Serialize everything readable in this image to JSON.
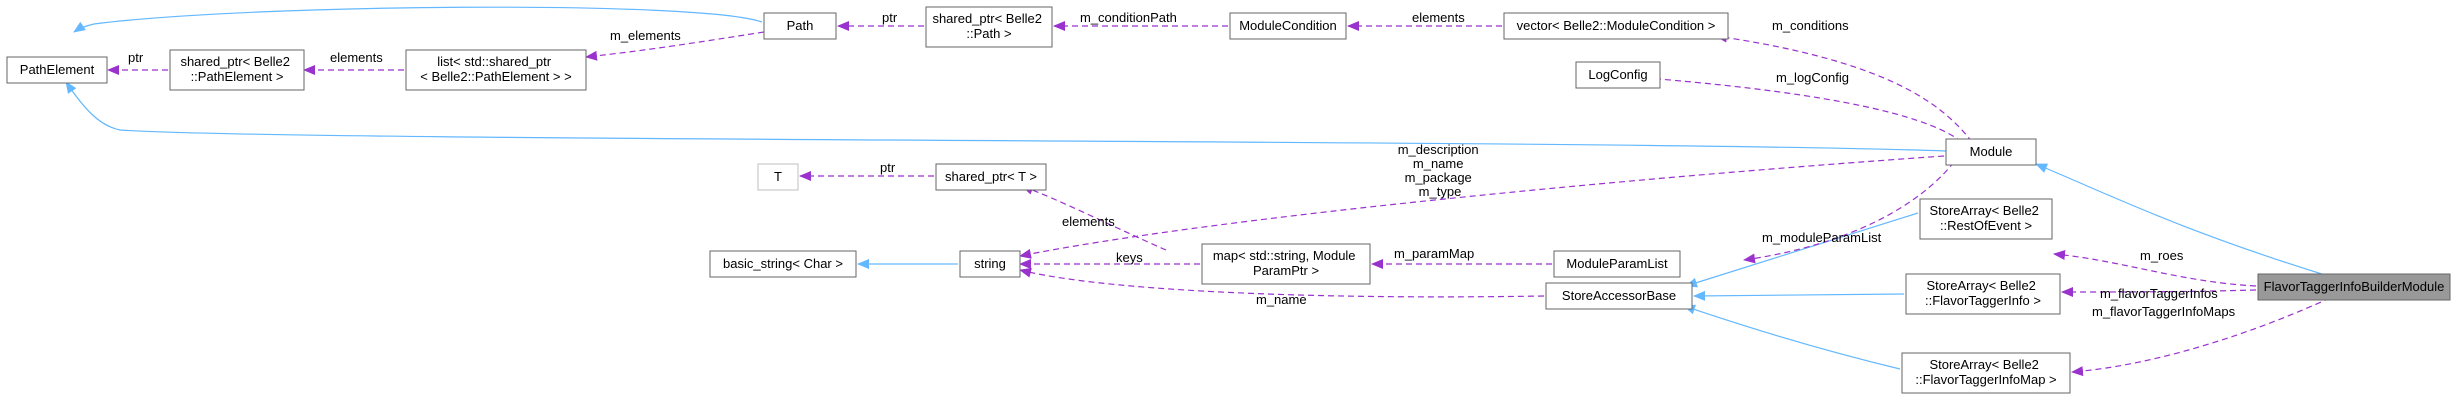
{
  "colors": {
    "inheritance": "#63b8ff",
    "usage": "#9a32cd",
    "node_border": "#666666",
    "focus_fill": "#999999"
  },
  "nodes": {
    "path_element": [
      "PathElement"
    ],
    "shared_ptr_pathelement": [
      "shared_ptr< Belle2",
      "::PathElement >"
    ],
    "list_pathelement": [
      "list< std::shared_ptr",
      "< Belle2::PathElement > >"
    ],
    "path": [
      "Path"
    ],
    "shared_ptr_path": [
      "shared_ptr< Belle2",
      "::Path >"
    ],
    "module_condition": [
      "ModuleCondition"
    ],
    "vector_modulecondition": [
      "vector< Belle2::ModuleCondition >"
    ],
    "log_config": [
      "LogConfig"
    ],
    "module": [
      "Module"
    ],
    "t": [
      "T"
    ],
    "shared_ptr_t": [
      "shared_ptr< T >"
    ],
    "basic_string": [
      "basic_string< Char >"
    ],
    "string": [
      "string"
    ],
    "map_param": [
      "map< std::string, Module",
      "ParamPtr >"
    ],
    "module_param_list": [
      "ModuleParamList"
    ],
    "store_accessor_base": [
      "StoreAccessorBase"
    ],
    "storearray_roe": [
      "StoreArray< Belle2",
      "::RestOfEvent >"
    ],
    "storearray_fti": [
      "StoreArray< Belle2",
      "::FlavorTaggerInfo >"
    ],
    "storearray_ftimap": [
      "StoreArray< Belle2",
      "::FlavorTaggerInfoMap >"
    ],
    "flavor_builder": [
      "FlavorTaggerInfoBuilderModule"
    ]
  },
  "edge_labels": {
    "ptr_pathelement": [
      "ptr"
    ],
    "elements_list": [
      "elements"
    ],
    "m_elements": [
      "m_elements"
    ],
    "ptr_path": [
      "ptr"
    ],
    "m_condition_path": [
      "m_conditionPath"
    ],
    "elements_vector": [
      "elements"
    ],
    "m_conditions": [
      "m_conditions"
    ],
    "m_log_config": [
      "m_logConfig"
    ],
    "ptr_t": [
      "ptr"
    ],
    "module_strings": [
      "m_description",
      "m_name",
      "m_package",
      "m_type"
    ],
    "elements_map": [
      "elements"
    ],
    "keys": [
      "keys"
    ],
    "m_param_map": [
      "m_paramMap"
    ],
    "m_module_param_list": [
      "m_moduleParamList"
    ],
    "m_name": [
      "m_name"
    ],
    "m_roes": [
      "m_roes"
    ],
    "m_fti": [
      "m_flavorTaggerInfos"
    ],
    "m_ftimaps": [
      "m_flavorTaggerInfoMaps"
    ]
  }
}
